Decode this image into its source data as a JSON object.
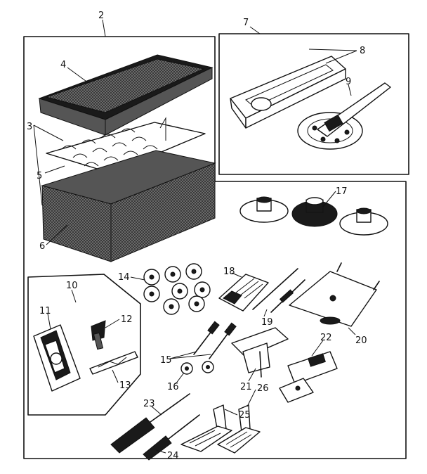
{
  "diagram": {
    "callouts": {
      "c2": "2",
      "c3": "3",
      "c4": "4",
      "c5": "5",
      "c6": "6",
      "c7": "7",
      "c8": "8",
      "c9": "9",
      "c10": "10",
      "c11": "11",
      "c12": "12",
      "c13": "13",
      "c14": "14",
      "c15": "15",
      "c16": "16",
      "c17": "17",
      "c18": "18",
      "c19": "19",
      "c20": "20",
      "c21": "21",
      "c22": "22",
      "c23": "23",
      "c24": "24",
      "c25": "25",
      "c26": "26"
    }
  }
}
